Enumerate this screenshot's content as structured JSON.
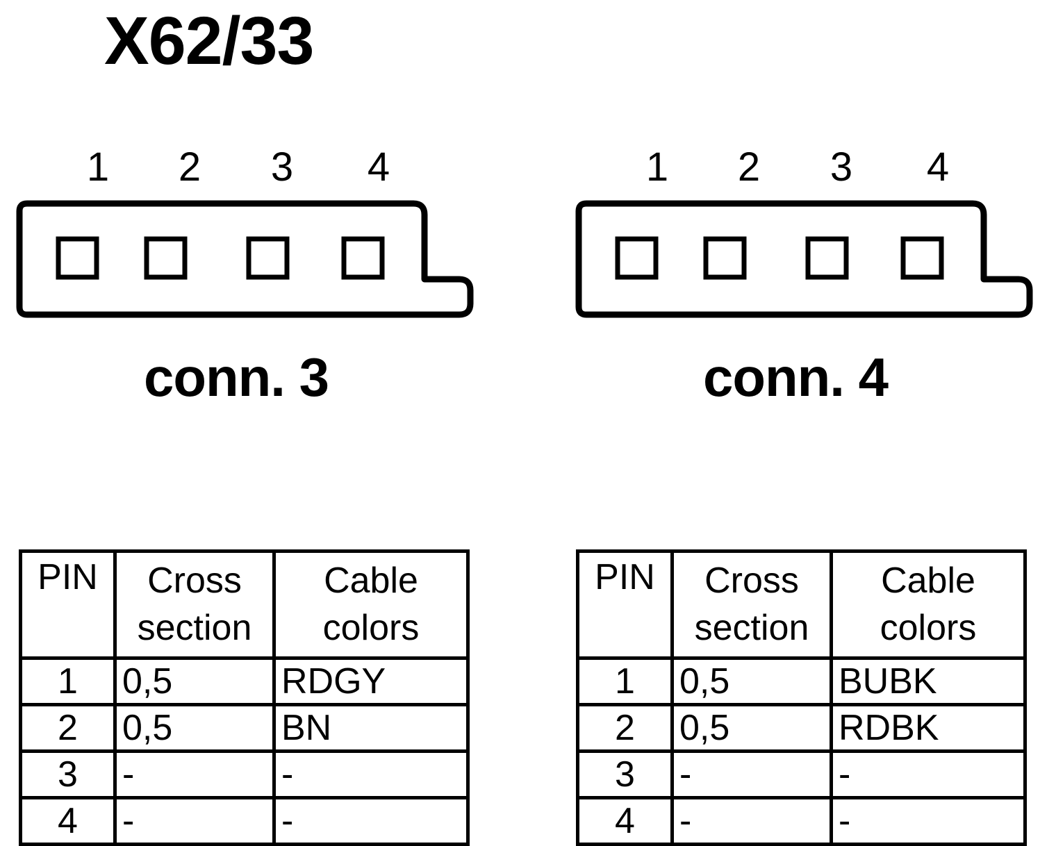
{
  "title": "X62/33",
  "connectors": [
    {
      "id": "conn-3",
      "caption": "conn. 3",
      "pin_numbers": [
        "1",
        "2",
        "3",
        "4"
      ],
      "table": {
        "headers": {
          "pin": "PIN",
          "cross_section_line1": "Cross",
          "cross_section_line2": "section",
          "cable_colors_line1": "Cable",
          "cable_colors_line2": "colors"
        },
        "rows": [
          {
            "pin": "1",
            "cross_section": "0,5",
            "cable_colors": "RDGY"
          },
          {
            "pin": "2",
            "cross_section": "0,5",
            "cable_colors": "BN"
          },
          {
            "pin": "3",
            "cross_section": "-",
            "cable_colors": "-"
          },
          {
            "pin": "4",
            "cross_section": "-",
            "cable_colors": "-"
          }
        ]
      }
    },
    {
      "id": "conn-4",
      "caption": "conn. 4",
      "pin_numbers": [
        "1",
        "2",
        "3",
        "4"
      ],
      "table": {
        "headers": {
          "pin": "PIN",
          "cross_section_line1": "Cross",
          "cross_section_line2": "section",
          "cable_colors_line1": "Cable",
          "cable_colors_line2": "colors"
        },
        "rows": [
          {
            "pin": "1",
            "cross_section": "0,5",
            "cable_colors": "BUBK"
          },
          {
            "pin": "2",
            "cross_section": "0,5",
            "cable_colors": "RDBK"
          },
          {
            "pin": "3",
            "cross_section": "-",
            "cable_colors": "-"
          },
          {
            "pin": "4",
            "cross_section": "-",
            "cable_colors": "-"
          }
        ]
      }
    }
  ],
  "colors": {
    "stroke": "#000000",
    "background": "#ffffff"
  }
}
